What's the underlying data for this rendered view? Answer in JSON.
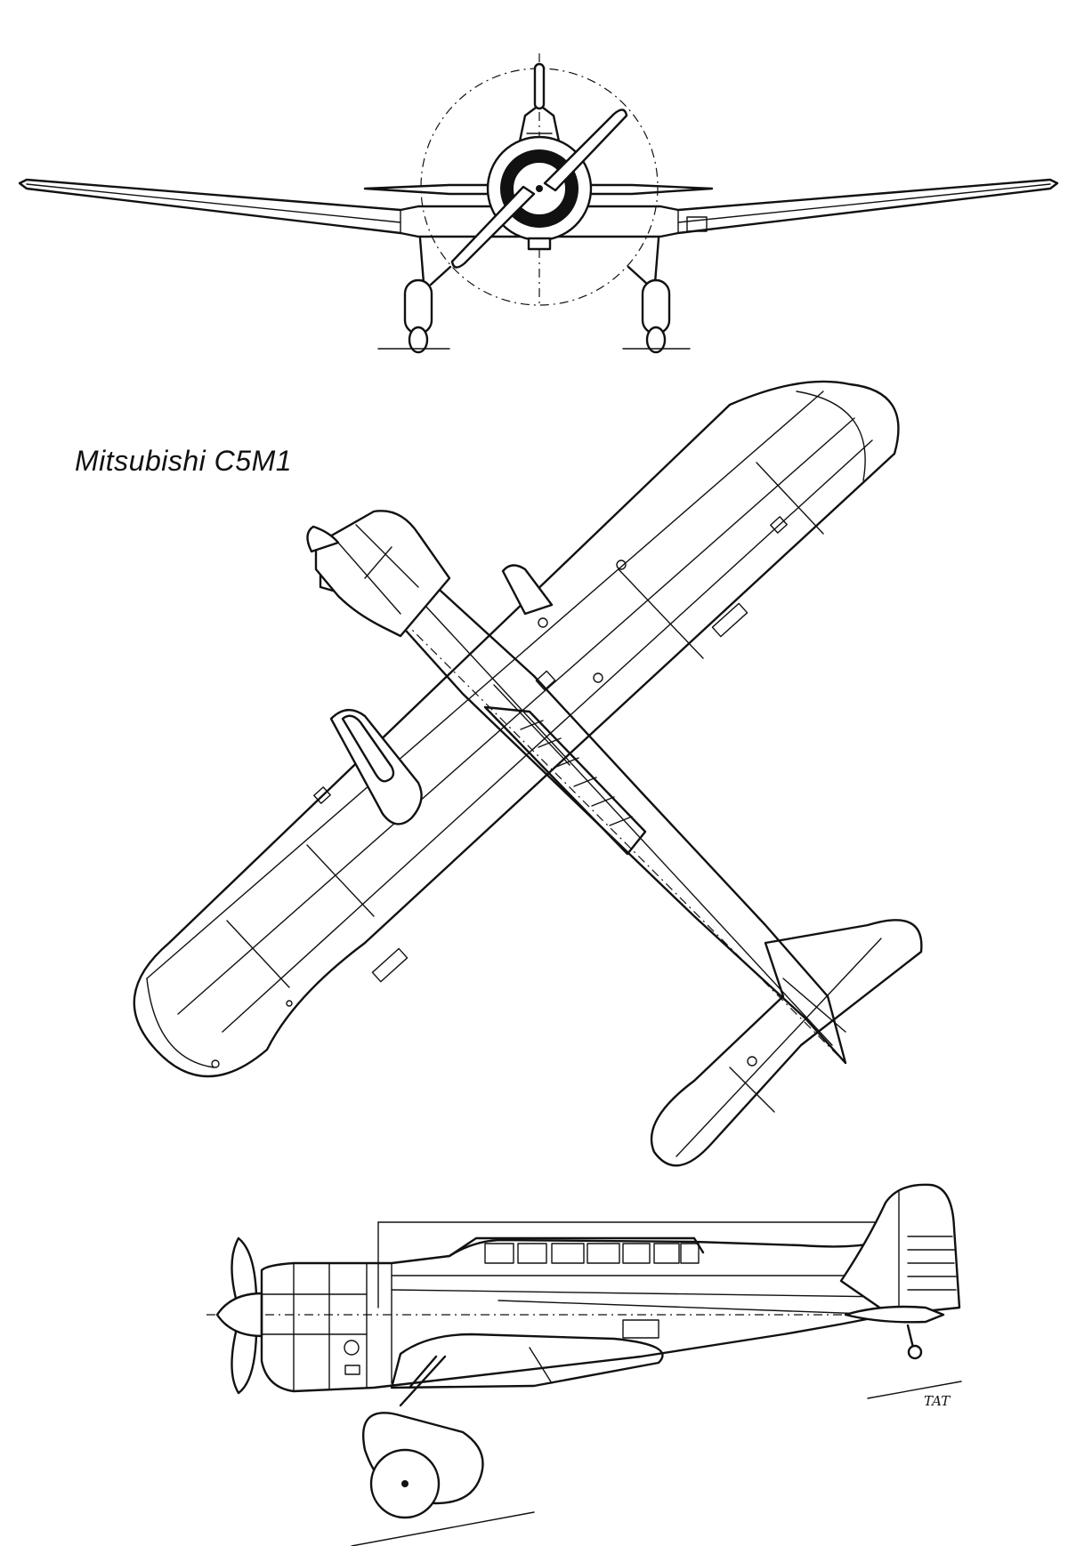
{
  "drawing": {
    "title": "Mitsubishi C5M1",
    "artist_signature": "TAT"
  },
  "views": [
    "front-view",
    "plan-view",
    "side-view"
  ],
  "colors": {
    "ink": "#111111",
    "paper": "#ffffff"
  }
}
